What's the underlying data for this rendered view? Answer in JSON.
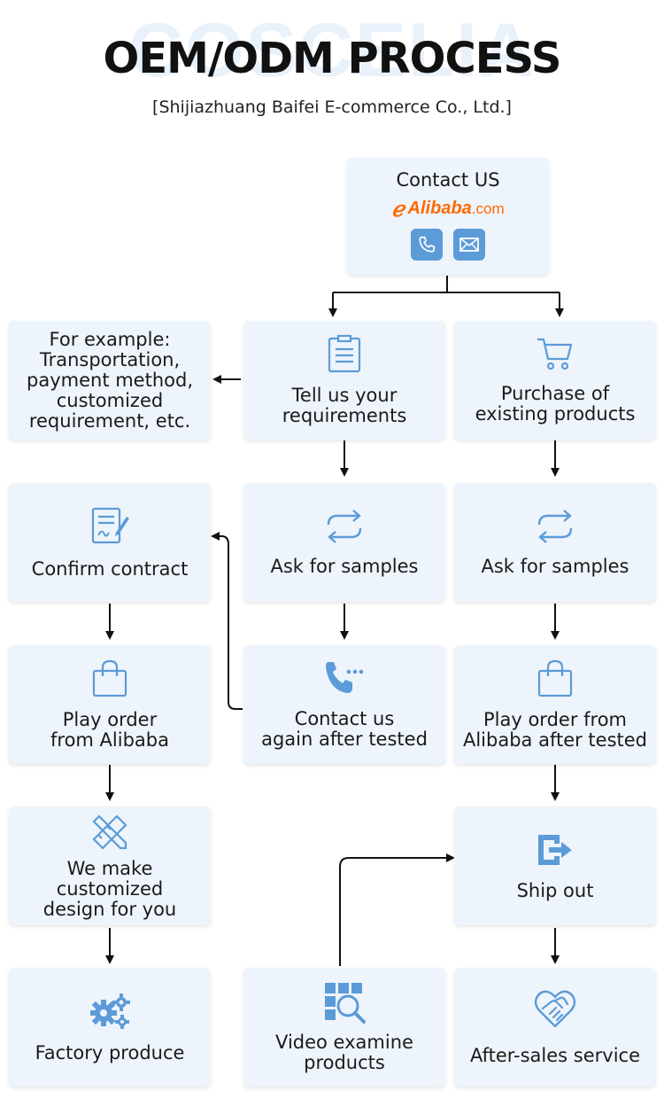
{
  "header": {
    "watermark": "COSCELIA",
    "title": "OEM/ODM PROCESS",
    "subtitle": "[Shijiazhuang Baifei E-commerce Co., Ltd.]"
  },
  "contact": {
    "label": "Contact US",
    "alibaba_text": "Alibaba",
    "alibaba_suffix": ".com"
  },
  "nodes": {
    "example": "For example:\nTransportation,\npayment method,\ncustomized\nrequirement, etc.",
    "tell_requirements": "Tell us your\nrequirements",
    "purchase_existing": "Purchase of\nexisting products",
    "confirm_contract": "Confirm contract",
    "ask_samples_a": "Ask for samples",
    "ask_samples_b": "Ask for samples",
    "play_order": "Play order\nfrom Alibaba",
    "contact_again": "Contact us\nagain after tested",
    "play_order_tested": "Play order from\nAlibaba after tested",
    "customized_design": "We make\ncustomized\ndesign for you",
    "ship_out": "Ship out",
    "factory_produce": "Factory produce",
    "video_examine": "Video examine\nproducts",
    "after_sales": "After-sales service"
  },
  "icons": {
    "accent": "#5b9bd8"
  }
}
